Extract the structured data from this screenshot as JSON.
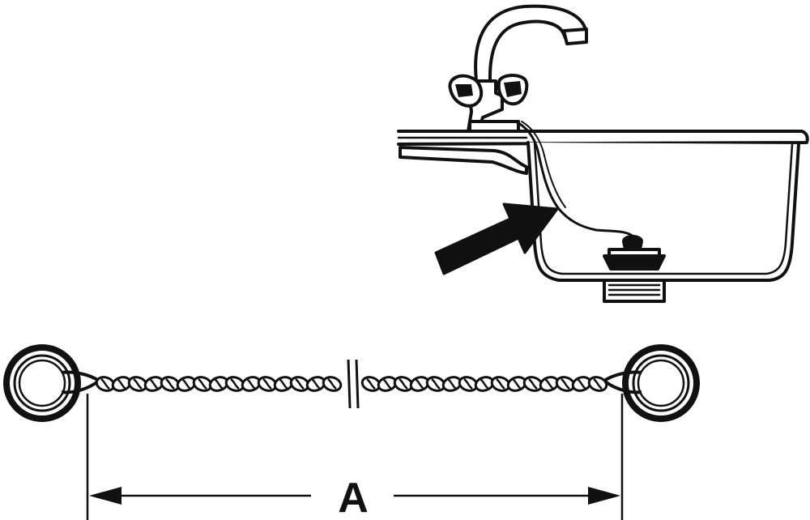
{
  "diagram": {
    "dimension_label": "A",
    "colors": {
      "ink": "#111111",
      "paper": "#ffffff"
    },
    "parts": [
      "sink",
      "faucet",
      "plug",
      "chain",
      "ring-left",
      "ring-right",
      "arrow",
      "dimension-line"
    ]
  }
}
